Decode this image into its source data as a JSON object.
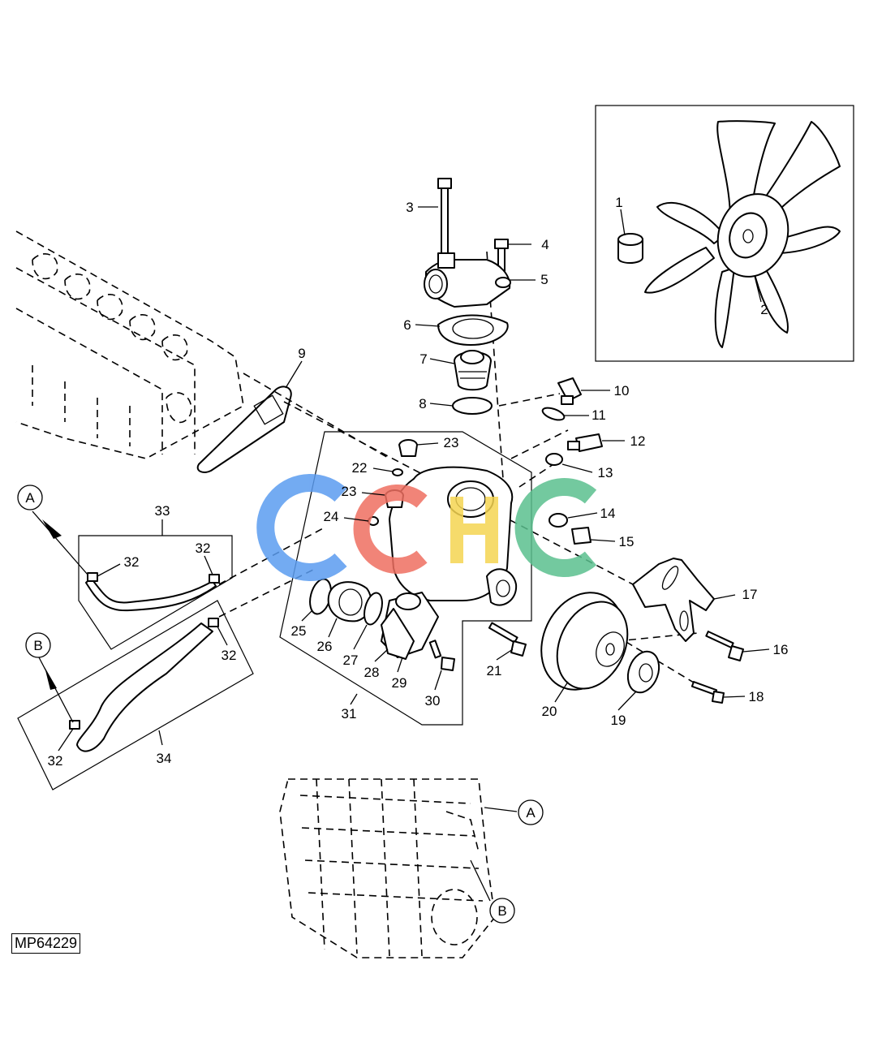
{
  "figure_code": "MP64229",
  "watermark": {
    "letters": [
      "C",
      "C",
      "H",
      "C"
    ],
    "colors": [
      "#5b9cf0",
      "#ef6f61",
      "#f5d552",
      "#5bbf8e"
    ]
  },
  "callouts": [
    "A",
    "B",
    "A",
    "B"
  ],
  "labels": {
    "p1": "1",
    "p2": "2",
    "p3": "3",
    "p4": "4",
    "p5": "5",
    "p6": "6",
    "p7": "7",
    "p8": "8",
    "p9": "9",
    "p10": "10",
    "p11": "11",
    "p12": "12",
    "p13": "13",
    "p14": "14",
    "p15": "15",
    "p16": "16",
    "p17": "17",
    "p18": "18",
    "p19": "19",
    "p20": "20",
    "p21": "21",
    "p22": "22",
    "p23a": "23",
    "p23b": "23",
    "p24": "24",
    "p25": "25",
    "p26": "26",
    "p27": "27",
    "p28": "28",
    "p29": "29",
    "p30": "30",
    "p31": "31",
    "p32a": "32",
    "p32b": "32",
    "p32c": "32",
    "p32d": "32",
    "p33": "33",
    "p34": "34"
  }
}
